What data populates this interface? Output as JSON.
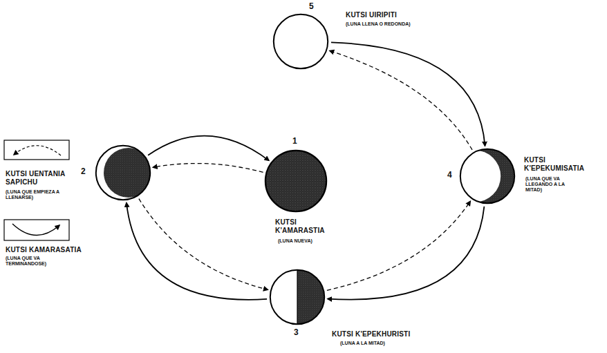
{
  "diagram": {
    "nodes": [
      {
        "text": [
          "1",
          "KUTSI K'AMARASTIA",
          "(LUNA NUEVA)"
        ]
      },
      {
        "text": [
          "2",
          "KUTSI UENTANIA SAPICHU",
          "(LUNA QUE EMPIEZA A LLENARSE)",
          "KUTSI KAMARASATIA",
          "(LUNA QUE VA TERMINANDOSE)"
        ]
      },
      {
        "text": [
          "3",
          "KUTSI K'EPEKHURISTI",
          "(LUNA A LA MITAD)"
        ]
      },
      {
        "text": [
          "4",
          "KUTSI K'EPEKUMISATIA",
          "(LUNA QUE VA LLEGANDO A LA MITAD)"
        ]
      },
      {
        "text": [
          "5",
          "KUTSI UIRIPITI",
          "(LUNA LLENA O REDONDA)"
        ]
      }
    ],
    "edges": [
      {
        "from": 1,
        "to": 0,
        "arrow": "to"
      },
      {
        "from": 0,
        "to": 1,
        "arrow": "to"
      },
      {
        "from": 2,
        "to": 1,
        "arrow": "to"
      },
      {
        "from": 1,
        "to": 2,
        "arrow": "to"
      },
      {
        "from": 3,
        "to": 2,
        "arrow": "to"
      },
      {
        "from": 2,
        "to": 3,
        "arrow": "to"
      },
      {
        "from": 4,
        "to": 3,
        "arrow": "to"
      },
      {
        "from": 3,
        "to": 4,
        "arrow": "to"
      }
    ]
  }
}
